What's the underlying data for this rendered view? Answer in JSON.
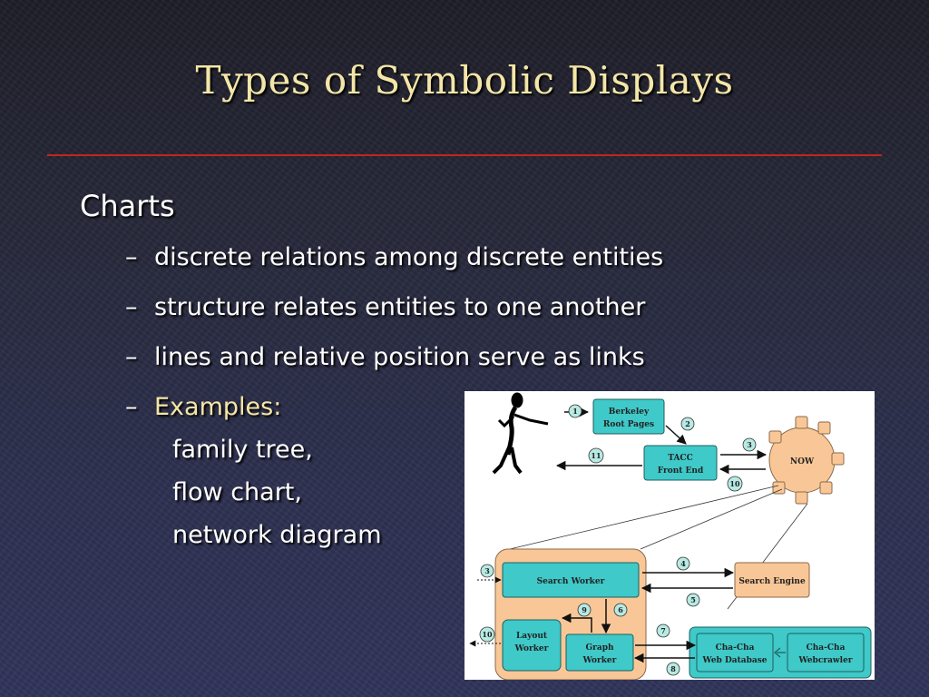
{
  "slide": {
    "title": "Types of Symbolic Displays",
    "heading": "Charts",
    "bullets": [
      "discrete relations among discrete entities",
      "structure relates entities to one another",
      "lines and relative position serve as links"
    ],
    "examples_label": "Examples:",
    "examples": [
      "family tree,",
      "flow chart,",
      "network diagram"
    ],
    "dash": "–"
  },
  "diagram": {
    "berkeley": [
      "Berkeley",
      "Root Pages"
    ],
    "tacc": [
      "TACC",
      "Front End"
    ],
    "now": "NOW",
    "search_worker": "Search Worker",
    "search_engine": "Search Engine",
    "layout_worker": [
      "Layout",
      "Worker"
    ],
    "graph_worker": [
      "Graph",
      "Worker"
    ],
    "chacha_db": [
      "Cha-Cha",
      "Web Database"
    ],
    "chacha_crawler": [
      "Cha-Cha",
      "Webcrawler"
    ],
    "steps": [
      "1",
      "2",
      "3",
      "11",
      "10",
      "3",
      "4",
      "5",
      "9",
      "6",
      "10",
      "7",
      "8"
    ]
  },
  "colors": {
    "title": "#f4e6a8",
    "rule": "#c3241d",
    "teal": "#3fc9c8",
    "orange": "#f9c797",
    "circle": "#b7eae3"
  }
}
